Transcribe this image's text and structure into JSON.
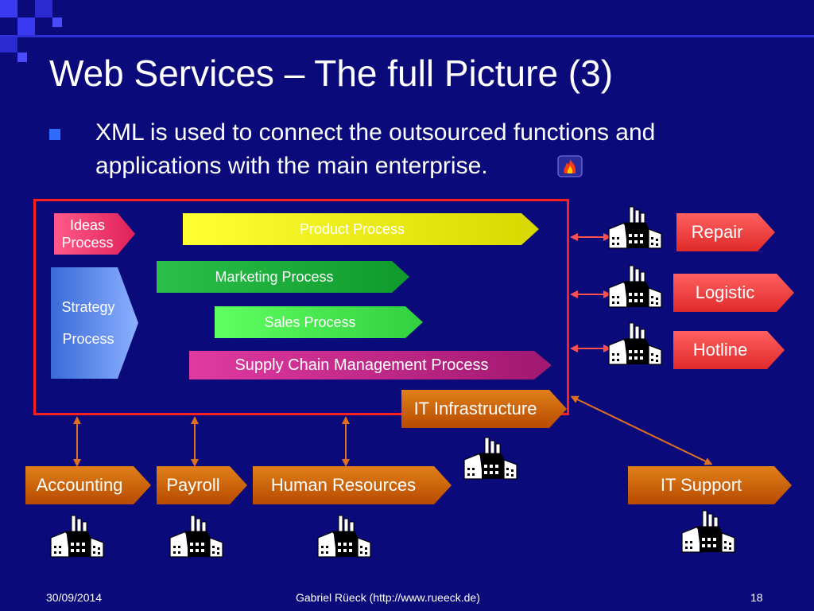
{
  "slide": {
    "title": "Web Services – The full Picture (3)",
    "bullet": "XML is used to connect the outsourced functions and applications with the main enterprise.",
    "colors": {
      "background": "#0a0a7a",
      "frame": "#ff2020",
      "connector_orange": "#e07020",
      "connector_red": "#ff5050"
    }
  },
  "processes": {
    "ideas_line1": "Ideas",
    "ideas_line2": "Process",
    "product": "Product Process",
    "marketing": "Marketing Process",
    "strategy_line1": "Strategy",
    "strategy_line2": "Process",
    "sales": "Sales Process",
    "supply_chain": "Supply Chain Management Process",
    "it_infrastructure": "IT Infrastructure"
  },
  "outsourced": {
    "repair": "Repair",
    "logistic": "Logistic",
    "hotline": "Hotline"
  },
  "departments": {
    "accounting": "Accounting",
    "payroll": "Payroll",
    "human_resources": "Human Resources",
    "it_support": "IT Support"
  },
  "footer": {
    "date": "30/09/2014",
    "author": "Gabriel Rüeck (http://www.rueeck.de)",
    "page": "18"
  }
}
